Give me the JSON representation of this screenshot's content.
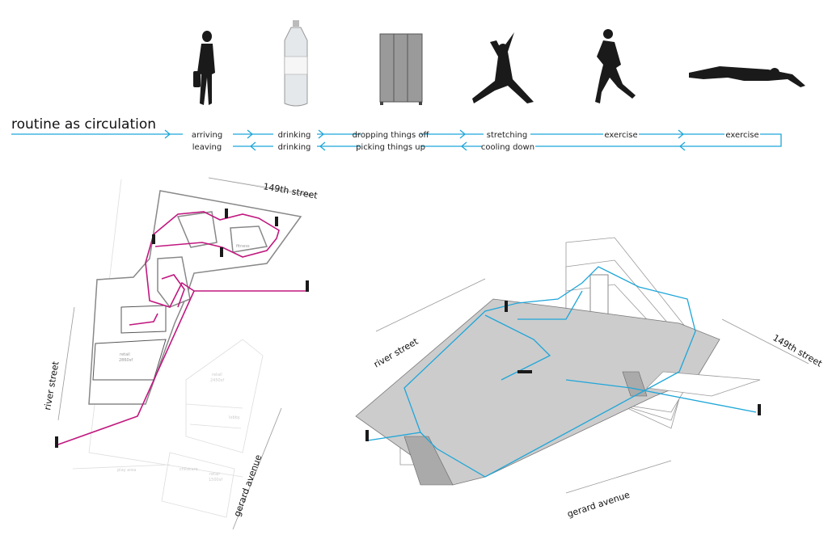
{
  "header": {
    "title": "routine as circulation"
  },
  "routine": {
    "outbound": [
      "arriving",
      "drinking",
      "dropping things off",
      "stretching",
      "exercise",
      "exercise"
    ],
    "return": [
      "leaving",
      "drinking",
      "picking things up",
      "cooling down"
    ]
  },
  "icons": [
    "woman-walking-icon",
    "water-bottle-icon",
    "lockers-icon",
    "stretching-figure-icon",
    "runner-icon",
    "swimmer-icon"
  ],
  "plan": {
    "street_top": "149th street",
    "street_left": "river street",
    "street_right": "gerard avenue",
    "fitness": "fitness",
    "retail_a": "retail",
    "retail_a_area": "2860sf",
    "retail_b": "retail",
    "retail_b_area": "2450sf",
    "lobby": "lobby",
    "childcare": "childcare",
    "play_area": "play area",
    "retail_c": "retail",
    "retail_c_area": "1500sf"
  },
  "axon": {
    "street_left": "river street",
    "street_right": "149th street",
    "street_bottom": "gerard avenue"
  },
  "colors": {
    "route_blue": "#1ea6d9",
    "route_magenta": "#c0187f"
  }
}
